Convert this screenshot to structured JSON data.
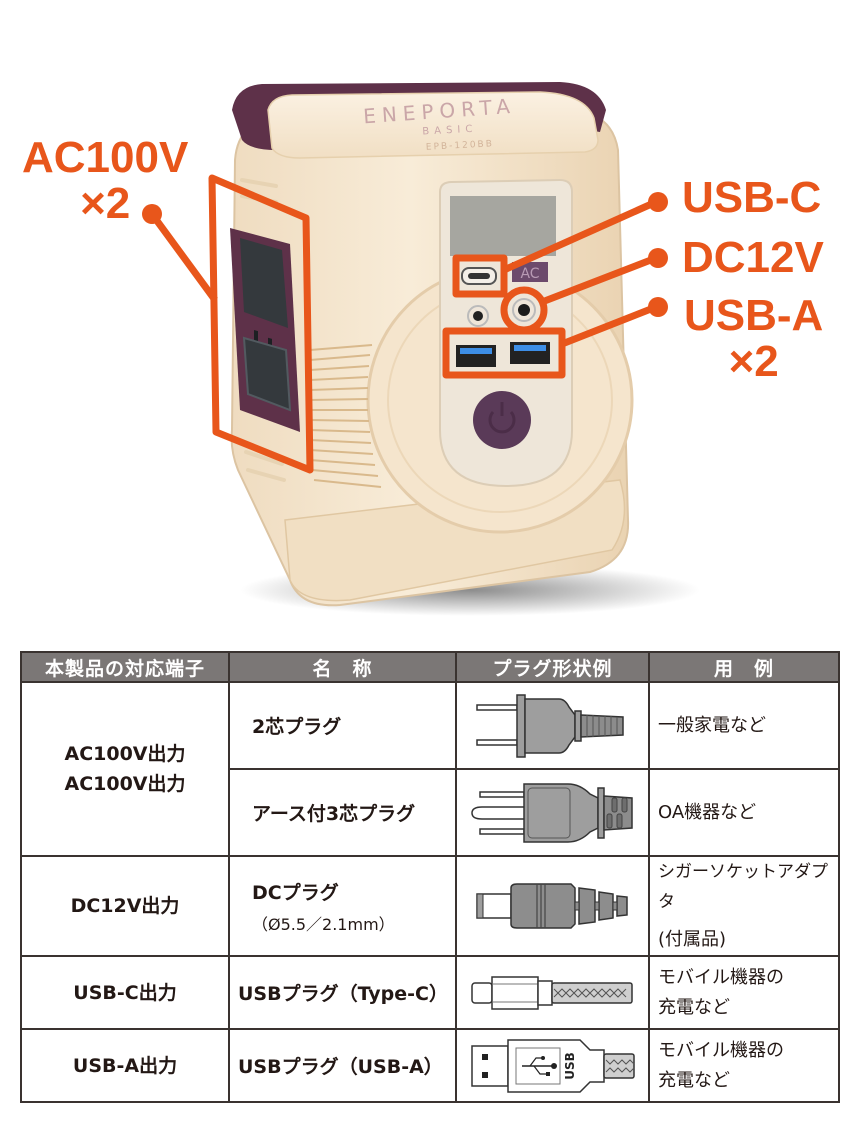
{
  "product": {
    "brand_line1": "ENEPORTA",
    "brand_line2": "BASIC",
    "model": "EPB-120BB",
    "panel_ac_label": "AC"
  },
  "callouts": {
    "ac_line1": "AC100V",
    "ac_line2": "×2",
    "usbc": "USB-C",
    "dc": "DC12V",
    "usba_line1": "USB-A",
    "usba_line2": "×2"
  },
  "colors": {
    "accent": "#e8561b",
    "header_bg": "#7b7776",
    "body_cream": "#f4e6cf",
    "trim_purple": "#5e3149"
  },
  "table": {
    "headers": [
      "本製品の対応端子",
      "名　称",
      "プラグ形状例",
      "用　例"
    ],
    "rows": [
      {
        "port_line1": "AC100V出力",
        "port_line2": "AC100V出力",
        "name": "2芯プラグ",
        "plug_icon": "two-pin-plug-icon",
        "usage": "一般家電など"
      },
      {
        "name": "アース付3芯プラグ",
        "plug_icon": "three-pin-grounded-plug-icon",
        "usage": "OA機器など"
      },
      {
        "port": "DC12V出力",
        "name": "DCプラグ",
        "name_sub": "（Ø5.5／2.1mm）",
        "plug_icon": "dc-barrel-plug-icon",
        "usage_line1": "シガーソケットアダプタ",
        "usage_line2": "(付属品)"
      },
      {
        "port": "USB-C出力",
        "name": "USBプラグ（Type-C）",
        "plug_icon": "usb-c-plug-icon",
        "usage_line1": "モバイル機器の",
        "usage_line2": "充電など"
      },
      {
        "port": "USB-A出力",
        "name": "USBプラグ（USB-A）",
        "plug_icon": "usb-a-plug-icon",
        "plug_text": "USB",
        "usage_line1": "モバイル機器の",
        "usage_line2": "充電など"
      }
    ]
  }
}
